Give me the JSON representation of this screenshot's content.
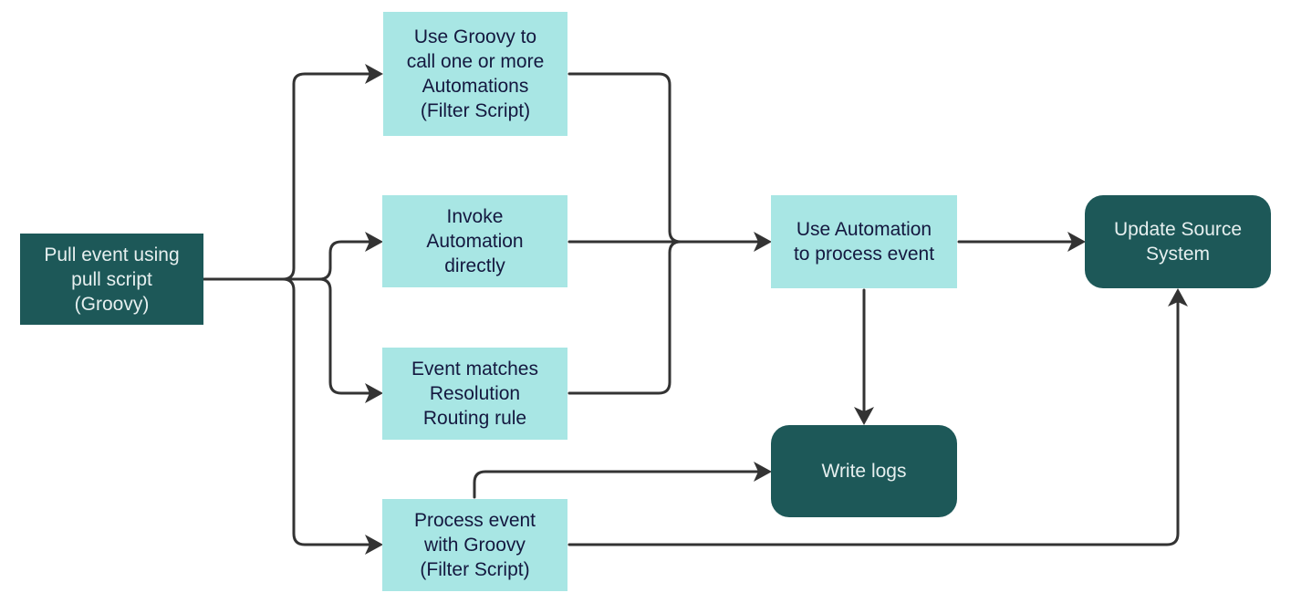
{
  "diagram": {
    "title": "",
    "colors": {
      "light_box": "#a8e6e4",
      "dark_box": "#1d5858",
      "light_text": "#14183f",
      "dark_text": "#e6efef",
      "connector": "#333333"
    },
    "nodes": {
      "pull_event": "Pull event using\npull script\n(Groovy)",
      "groovy_call_automations": "Use Groovy to\ncall one or more\nAutomations\n(Filter Script)",
      "invoke_automation": "Invoke\nAutomation\ndirectly",
      "resolution_routing": "Event matches\nResolution\nRouting rule",
      "process_with_groovy": "Process event\nwith Groovy\n(Filter Script)",
      "use_automation": "Use Automation\nto process event",
      "write_logs": "Write logs",
      "update_source": "Update Source\nSystem"
    },
    "edges": [
      {
        "from": "pull_event",
        "to": "groovy_call_automations"
      },
      {
        "from": "pull_event",
        "to": "invoke_automation"
      },
      {
        "from": "pull_event",
        "to": "resolution_routing"
      },
      {
        "from": "pull_event",
        "to": "process_with_groovy"
      },
      {
        "from": "groovy_call_automations",
        "to": "use_automation"
      },
      {
        "from": "invoke_automation",
        "to": "use_automation"
      },
      {
        "from": "resolution_routing",
        "to": "use_automation"
      },
      {
        "from": "use_automation",
        "to": "update_source"
      },
      {
        "from": "use_automation",
        "to": "write_logs"
      },
      {
        "from": "process_with_groovy",
        "to": "write_logs"
      },
      {
        "from": "process_with_groovy",
        "to": "update_source"
      }
    ]
  }
}
